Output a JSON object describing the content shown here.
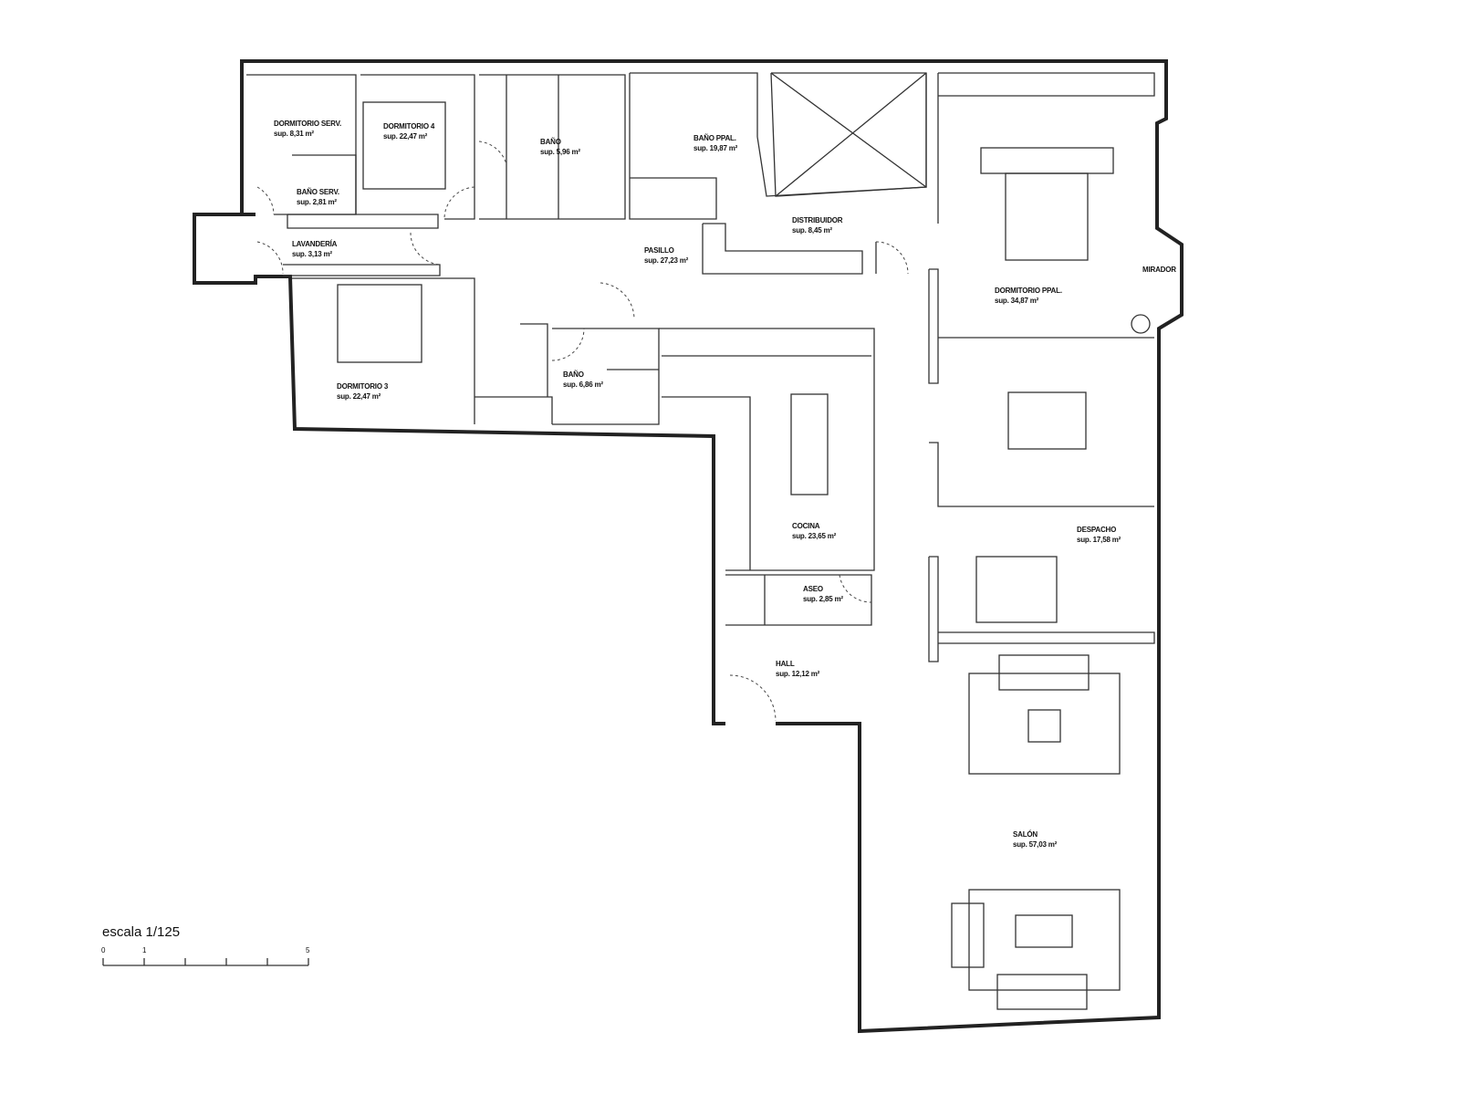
{
  "rooms": [
    {
      "name": "DORMITORIO SERV.",
      "area": "sup. 8,31 m²"
    },
    {
      "name": "DORMITORIO 4",
      "area": "sup. 22,47 m²"
    },
    {
      "name": "BAÑO",
      "area": "sup. 5,96 m²"
    },
    {
      "name": "BAÑO PPAL.",
      "area": "sup. 19,87 m²"
    },
    {
      "name": "BAÑO SERV.",
      "area": "sup. 2,81 m²"
    },
    {
      "name": "LAVANDERÍA",
      "area": "sup. 3,13 m²"
    },
    {
      "name": "PASILLO",
      "area": "sup. 27,23 m²"
    },
    {
      "name": "DISTRIBUIDOR",
      "area": "sup. 8,45 m²"
    },
    {
      "name": "DORMITORIO PPAL.",
      "area": "sup. 34,87 m²"
    },
    {
      "name": "MIRADOR",
      "area": ""
    },
    {
      "name": "DORMITORIO 3",
      "area": "sup. 22,47 m²"
    },
    {
      "name": "BAÑO",
      "area": "sup. 6,86 m²"
    },
    {
      "name": "COCINA",
      "area": "sup. 23,65 m²"
    },
    {
      "name": "ASEO",
      "area": "sup. 2,85 m²"
    },
    {
      "name": "HALL",
      "area": "sup. 12,12 m²"
    },
    {
      "name": "DESPACHO",
      "area": "sup. 17,58 m²"
    },
    {
      "name": "SALÓN",
      "area": "sup. 57,03 m²"
    }
  ],
  "scale": {
    "title": "escala 1/125",
    "ticks": [
      "0",
      "1",
      "5"
    ]
  }
}
